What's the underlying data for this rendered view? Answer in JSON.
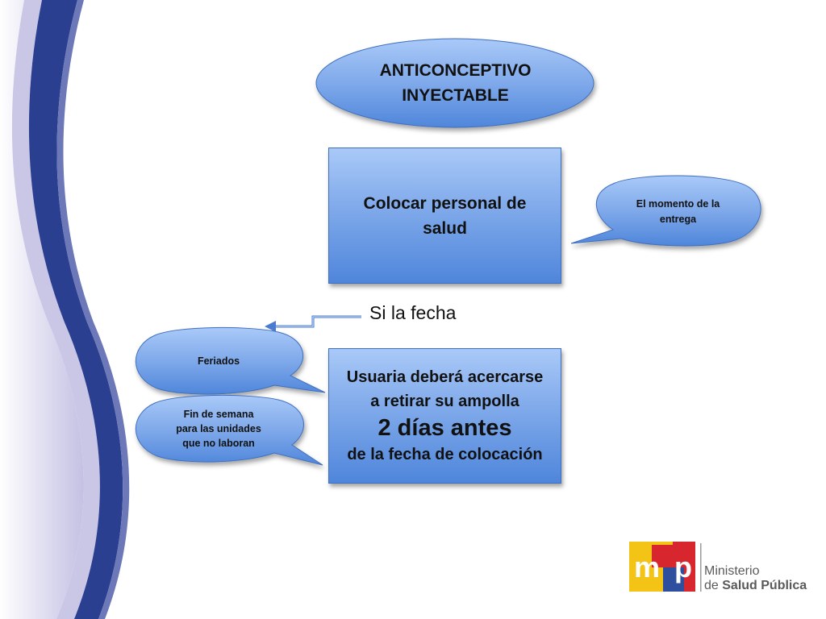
{
  "title_ellipse": {
    "line1": "ANTICONCEPTIVO",
    "line2": "INYECTABLE"
  },
  "box_colocar": {
    "line1": "Colocar personal de",
    "line2": "salud"
  },
  "callout_momento": {
    "line1": "El momento de la",
    "line2": "entrega"
  },
  "connector_label": "Si la fecha",
  "callout_feriados": {
    "text": "Feriados"
  },
  "callout_fin_semana": {
    "line1": "Fin de semana",
    "line2": "para las unidades",
    "line3": "que no laboran"
  },
  "box_usuaria": {
    "line1": "Usuaria deberá acercarse",
    "line2": "a retirar su ampolla",
    "line3": "2 días antes",
    "line4": "de la fecha de colocación"
  },
  "logo": {
    "mark_left": "m",
    "mark_right": "p",
    "line1": "Ministerio",
    "line2_prefix": "de ",
    "line2_bold": "Salud Pública"
  },
  "colors": {
    "shape_fill_light": "#a9c9f8",
    "shape_fill_dark": "#4f86db",
    "swoosh_dark": "#2b3f91",
    "swoosh_light": "#c9c6e6",
    "logo_yellow": "#f3c315",
    "logo_red": "#d8262f",
    "logo_blue": "#2d4f9e"
  }
}
